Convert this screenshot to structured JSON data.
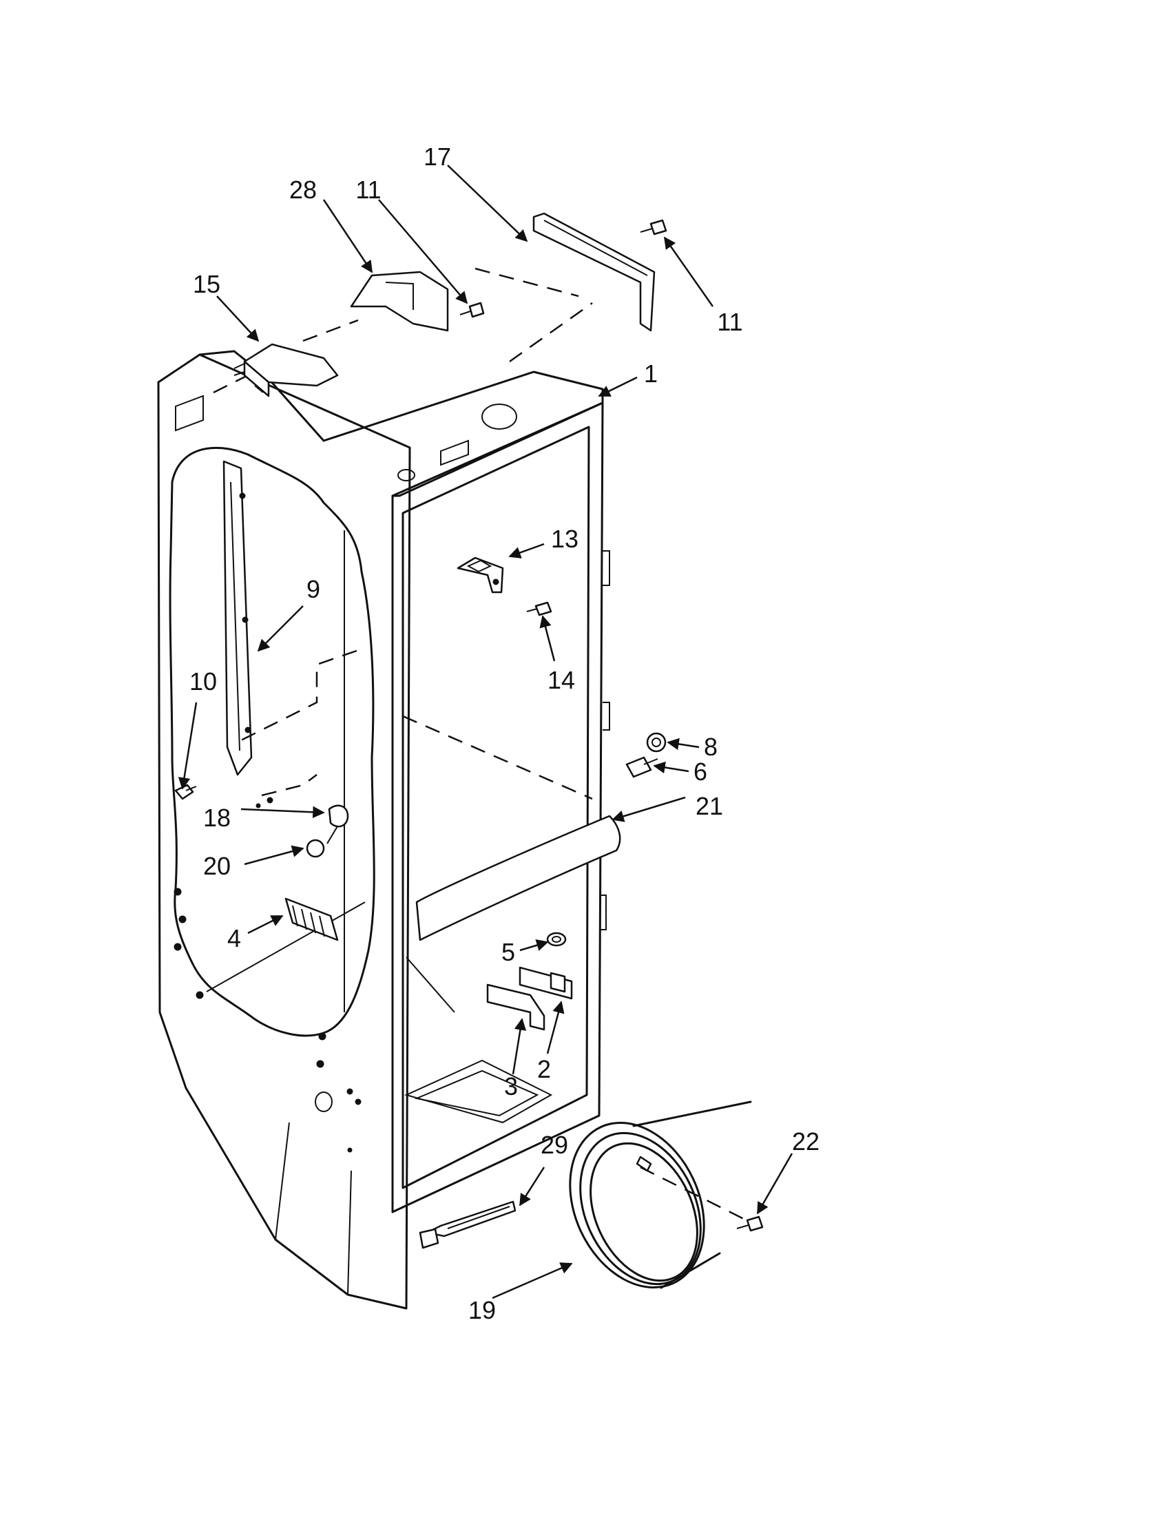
{
  "diagram": {
    "callouts": [
      {
        "id": "c1",
        "label": "1"
      },
      {
        "id": "c2",
        "label": "2"
      },
      {
        "id": "c3",
        "label": "3"
      },
      {
        "id": "c4",
        "label": "4"
      },
      {
        "id": "c5",
        "label": "5"
      },
      {
        "id": "c6",
        "label": "6"
      },
      {
        "id": "c8",
        "label": "8"
      },
      {
        "id": "c9",
        "label": "9"
      },
      {
        "id": "c10",
        "label": "10"
      },
      {
        "id": "c11a",
        "label": "11"
      },
      {
        "id": "c11b",
        "label": "11"
      },
      {
        "id": "c13",
        "label": "13"
      },
      {
        "id": "c14",
        "label": "14"
      },
      {
        "id": "c15",
        "label": "15"
      },
      {
        "id": "c17",
        "label": "17"
      },
      {
        "id": "c18",
        "label": "18"
      },
      {
        "id": "c19",
        "label": "19"
      },
      {
        "id": "c20",
        "label": "20"
      },
      {
        "id": "c21",
        "label": "21"
      },
      {
        "id": "c22",
        "label": "22"
      },
      {
        "id": "c28",
        "label": "28"
      },
      {
        "id": "c29",
        "label": "29"
      }
    ]
  }
}
